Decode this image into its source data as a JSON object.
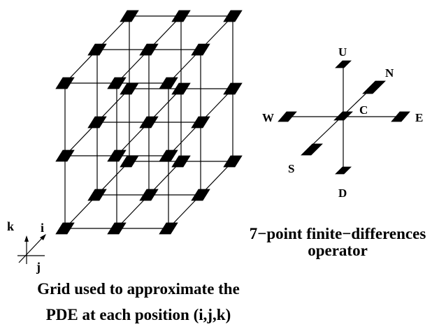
{
  "grid": {
    "caption_line1": "Grid used to approximate the",
    "caption_line2": "PDE at each position (i,j,k)",
    "node_icon": "black-parallelogram-node",
    "nodes_per_axis": 3
  },
  "axes": {
    "k": "k",
    "i": "i",
    "j": "j"
  },
  "stencil": {
    "caption_line1": "7−point finite−differences",
    "caption_line2": "operator",
    "center": "C",
    "up": "U",
    "down": "D",
    "north": "N",
    "south": "S",
    "east": "E",
    "west": "W"
  },
  "colors": {
    "ink": "#000000",
    "background": "#ffffff"
  }
}
